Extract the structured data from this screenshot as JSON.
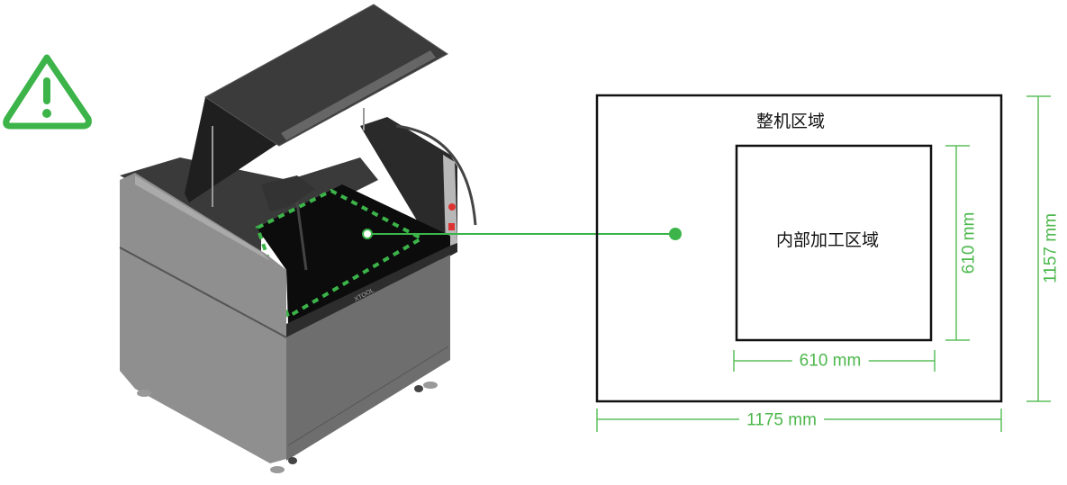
{
  "colors": {
    "accent": "#3cb44a",
    "dimension": "#5cbf5c",
    "outline": "#111111"
  },
  "warning": {
    "icon": "warning-triangle-icon"
  },
  "machine": {
    "brand_mark": "XTOOL"
  },
  "diagram": {
    "outer_area_label": "整机区域",
    "inner_area_label": "内部加工区域",
    "inner_width": "610 mm",
    "inner_height": "610 mm",
    "outer_width": "1175 mm",
    "outer_height": "1157 mm"
  }
}
